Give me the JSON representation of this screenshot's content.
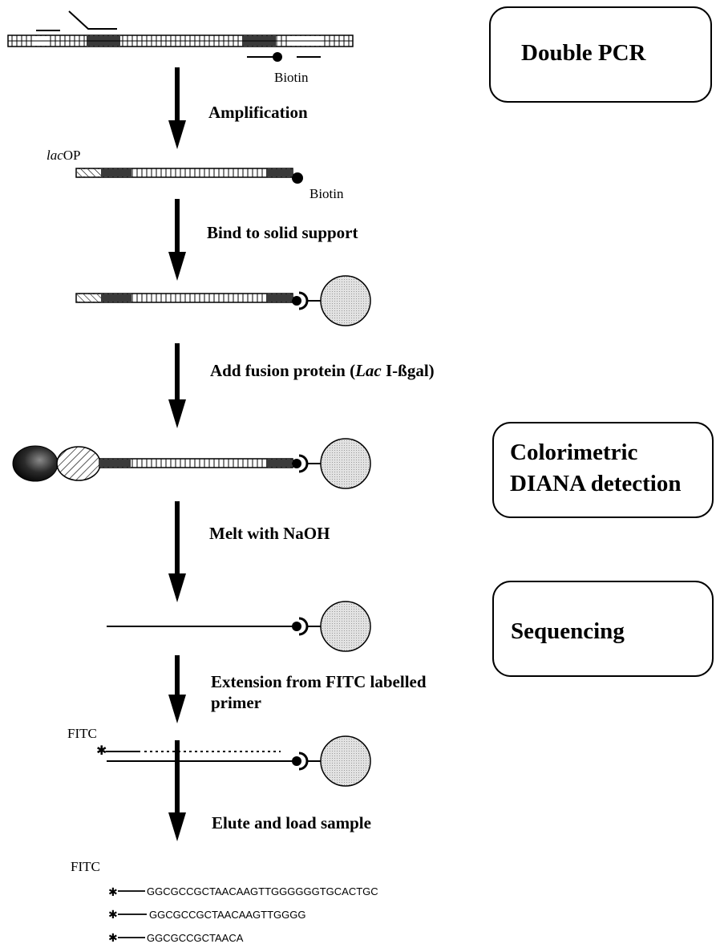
{
  "stages": {
    "double_pcr": "Double PCR",
    "colorimetric_line1": "Colorimetric",
    "colorimetric_line2": "DIANA detection",
    "sequencing": "Sequencing"
  },
  "labels": {
    "biotin_top": "Biotin",
    "biotin_amplified": "Biotin",
    "lacop_prefix": "lac",
    "lacop_suffix": "OP",
    "fitc_primer": "FITC",
    "fitc_ladder": "FITC"
  },
  "steps": {
    "amplification": "Amplification",
    "bind": "Bind to solid support",
    "fusion_prefix": "Add fusion protein (",
    "fusion_italic": "Lac",
    "fusion_suffix": " I-ßgal)",
    "melt": "Melt with NaOH",
    "extension_line1": "Extension from FITC labelled",
    "extension_line2": "primer",
    "elute": "Elute and load sample"
  },
  "sequences": [
    "GGCGCCGCTAACAAGTTGGGGGGTGCACTGC",
    "GGCGCCGCTAACAAGTTGGGG",
    "GGCGCCGCTAACA"
  ],
  "colors": {
    "ink": "#000000",
    "dark_band": "#3a3a3a",
    "bead_fill": "#dcdcdc",
    "ellipse_dark": "#222222"
  }
}
